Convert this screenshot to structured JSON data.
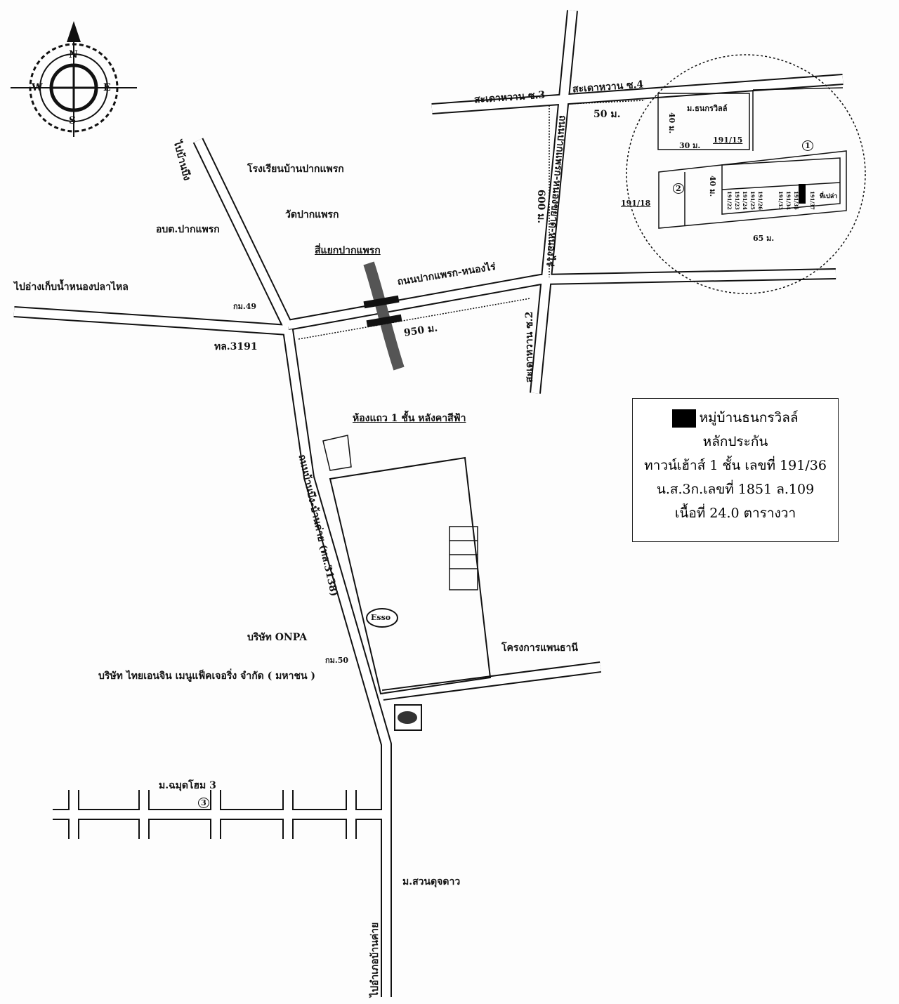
{
  "compass": {
    "n": "N",
    "s": "S",
    "e": "E",
    "w": "W"
  },
  "roads": {
    "to_ban_bueng": "ไปบ้านบึง",
    "to_nong_pla_lai": "ไปอ่างเก็บน้ำหนองปลาไหล",
    "rt3191": "ทล.3191",
    "pak_phraek_nong_rai": "ถนนปากแพรก-หนองไร่",
    "nong_kha_yat": "ถนนปากแพรก-หนองขยาด-หนองไร่",
    "ban_bueng_ban_khai": "ถนนบ้านบึง-บ้านค่าย (ทล.3138)",
    "sadao_wan_3": "สะเดาหวาน ซ.3",
    "sadao_wan_4": "สะเดาหวาน ซ.4",
    "sadao_wan_2": "สะเดาหวาน ซ.2",
    "to_ban_khai": "ไปอำเภอบ้านค่าย"
  },
  "landmarks": {
    "school": "โรงเรียนบ้านปากแพรก",
    "temple": "วัดปากแพรก",
    "sao": "อบต.ปากแพรก",
    "junction": "สี่แยกปากแพรก",
    "km49": "กม.49",
    "km50": "กม.50",
    "shophouse": "ห้องแถว 1 ชั้น หลังคาสีฟ้า",
    "esso": "Esso",
    "onpa": "บริษัท ONPA",
    "thai_engine": "บริษัท ไทยเอนจิน เมนูแฟ็คเจอริ่ง จำกัด ( มหาชน )",
    "phanthani": "โครงการแพนธานี",
    "chomdoi": "ม.ฉมุดโฮม 3",
    "suandao": "ม.สวนดุจดาว"
  },
  "distances": {
    "d950": "950 ม.",
    "d600": "600 ม.",
    "d50": "50 ม.",
    "d40a": "40 ม.",
    "d30": "30 ม.",
    "d40b": "40 ม.",
    "d65": "65 ม."
  },
  "inset": {
    "village": "ม.ธนกรวิลล์",
    "plot_191_15": "191/15",
    "plot_191_18": "191/18",
    "marker1": "1",
    "marker2": "2",
    "marker3": "3",
    "plots": [
      "191/22",
      "191/23",
      "191/24",
      "191/25",
      "191/26",
      "191/33",
      "191/34",
      "191/35",
      "191/37"
    ],
    "vacant": "ที่เปล่า"
  },
  "legend": {
    "line1": "หมู่บ้านธนกรวิลล์",
    "line2": "หลักประกัน",
    "line3": "ทาวน์เฮ้าส์ 1 ชั้น เลขที่ 191/36",
    "line4": "น.ส.3ก.เลขที่ 1851 ล.109",
    "line5": "เนื้อที่ 24.0 ตารางวา"
  }
}
